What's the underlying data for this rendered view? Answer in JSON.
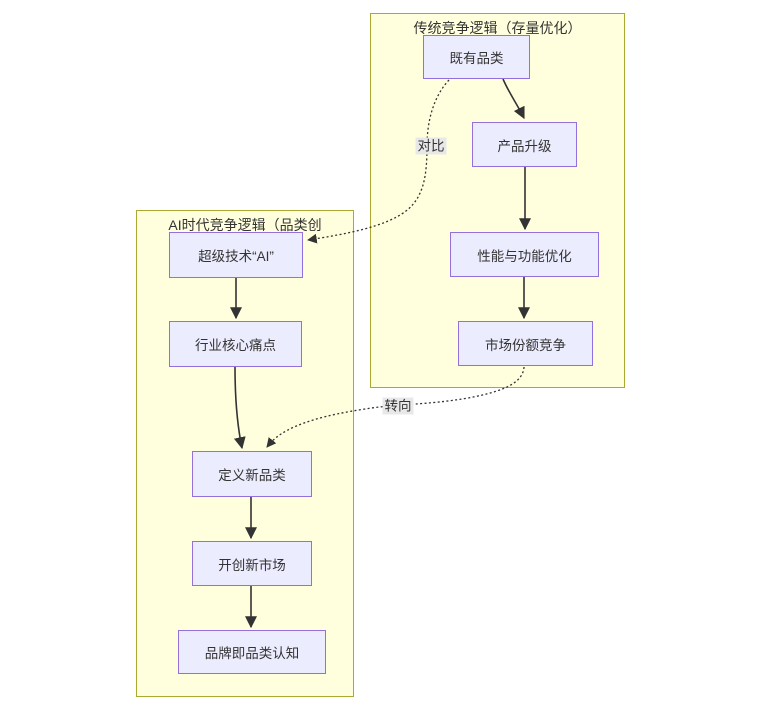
{
  "clusters": {
    "traditional": {
      "title": "传统竞争逻辑（存量优化）"
    },
    "ai": {
      "title": "AI时代竞争逻辑（品类创"
    }
  },
  "nodes": {
    "existing": "既有品类",
    "upgrade": "产品升级",
    "perf": "性能与功能优化",
    "share": "市场份额竞争",
    "ai_tech": "超级技术“AI”",
    "pain": "行业核心痛点",
    "define": "定义新品类",
    "market": "开创新市场",
    "brand": "品牌即品类认知"
  },
  "edge_labels": {
    "compare": "对比",
    "turn": "转向"
  },
  "edges": [
    {
      "from": "existing",
      "to": "upgrade",
      "style": "solid"
    },
    {
      "from": "upgrade",
      "to": "perf",
      "style": "solid"
    },
    {
      "from": "perf",
      "to": "share",
      "style": "solid"
    },
    {
      "from": "ai_tech",
      "to": "pain",
      "style": "solid"
    },
    {
      "from": "pain",
      "to": "define",
      "style": "solid"
    },
    {
      "from": "define",
      "to": "market",
      "style": "solid"
    },
    {
      "from": "market",
      "to": "brand",
      "style": "solid"
    },
    {
      "from": "existing",
      "to": "ai_tech",
      "style": "dotted",
      "label": "对比"
    },
    {
      "from": "share",
      "to": "define",
      "style": "dotted",
      "label": "转向"
    }
  ],
  "colors": {
    "node_fill": "#ECECFF",
    "node_border": "#9370DB",
    "cluster_fill": "#FFFFDE",
    "cluster_border": "#AAAA33",
    "edge": "#333333",
    "edge_label_bg": "#E8E8E8",
    "text": "#333333",
    "background": "#FFFFFF"
  }
}
